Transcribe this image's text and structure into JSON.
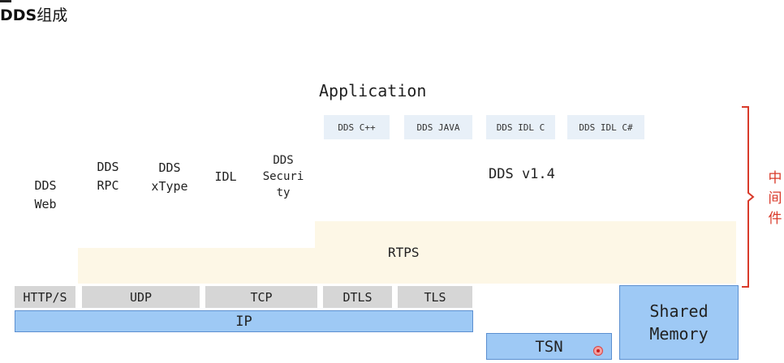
{
  "title": {
    "bold": "DDS",
    "rest": "组成"
  },
  "application_label": "Application",
  "language_bindings": [
    "DDS C++",
    "DDS JAVA",
    "DDS IDL C",
    "DDS IDL C#"
  ],
  "stack_labels": {
    "web": "DDS\nWeb",
    "rpc": "DDS\nRPC",
    "xtype": "DDS\nxType",
    "idl": "IDL",
    "security": "DDS\nSecuri\nty"
  },
  "dds_version": "DDS v1.4",
  "rtps_label": "RTPS",
  "protocols": [
    "HTTP/S",
    "UDP",
    "TCP",
    "DTLS",
    "TLS"
  ],
  "ip_label": "IP",
  "tsn_label": "TSN",
  "shared_memory_label": "Shared\nMemory",
  "middleware_label": "中\n间\n件",
  "colors": {
    "transport_blue": "#9ec9f5",
    "protocol_gray": "#d6d6d6",
    "rtps_cream": "#fdf7e6",
    "binding_bg": "#e8f0f8",
    "middleware_red": "#d93a2a"
  }
}
